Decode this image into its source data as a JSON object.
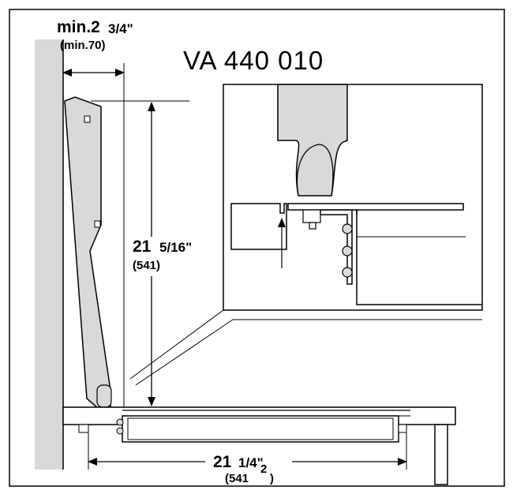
{
  "model": "VA 440 010",
  "clearance": {
    "inch_whole": "min.2",
    "inch_frac": "3/4\"",
    "metric": "(min.70)"
  },
  "height": {
    "inch_whole": "21",
    "inch_frac": "5/16\"",
    "metric": "(541)"
  },
  "width": {
    "inch_whole": "21",
    "inch_frac": "1/4\"",
    "inch_sub": "2",
    "metric_open": "(541",
    "metric_close": ")"
  },
  "colors": {
    "wall": "#d9d9d9",
    "lid": "#d9d9d9",
    "line": "#000000"
  }
}
